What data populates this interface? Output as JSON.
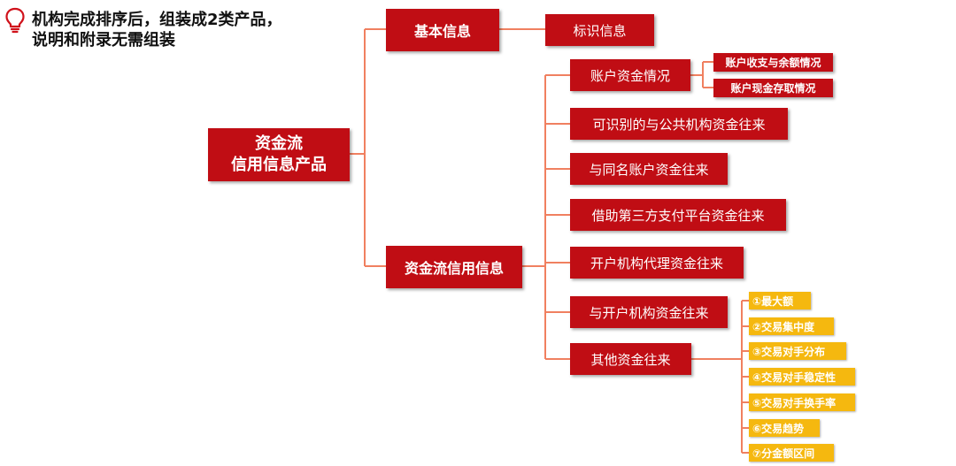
{
  "heading": {
    "line1": "机构完成排序后，组装成2类产品，",
    "line2": "说明和附录无需组装"
  },
  "colors": {
    "red": "#c00d14",
    "gold": "#f5b80f",
    "connector": "#f08060"
  },
  "root": {
    "line1": "资金流",
    "line2": "信用信息产品"
  },
  "basic": {
    "label": "基本信息",
    "child": "标识信息"
  },
  "cashflow": {
    "label": "资金流信用信息",
    "items": [
      "账户资金情况",
      "可识别的与公共机构资金往来",
      "与同名账户资金往来",
      "借助第三方支付平台资金往来",
      "开户机构代理资金往来",
      "与开户机构资金往来",
      "其他资金往来"
    ],
    "account_subitems": [
      "账户收支与余额情况",
      "账户现金存取情况"
    ],
    "other_subitems": [
      "①最大额",
      "②交易集中度",
      "③交易对手分布",
      "④交易对手稳定性",
      "⑤交易对手换手率",
      "⑥交易趋势",
      "⑦分金额区间"
    ]
  }
}
